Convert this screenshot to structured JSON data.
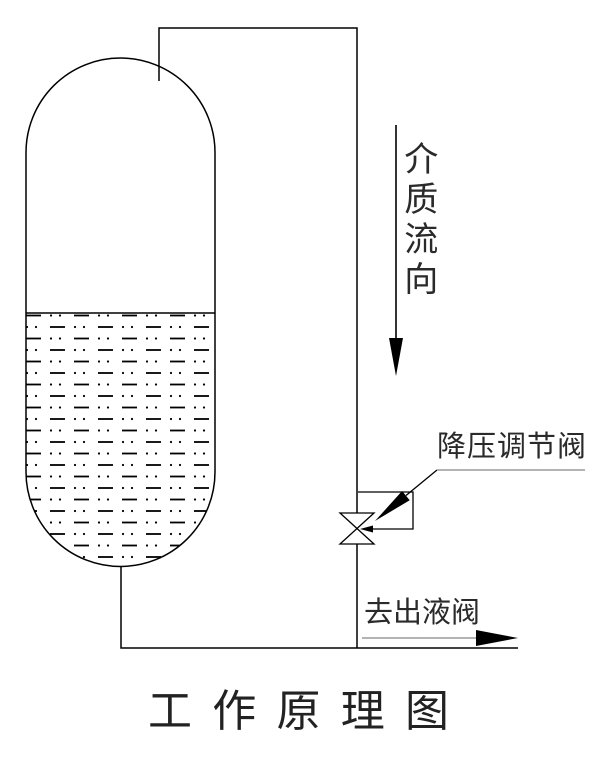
{
  "diagram": {
    "type": "engineering-schematic",
    "title": "工 作 原 理 图",
    "labels": {
      "flow_direction": "介质流向",
      "pressure_reducing_valve": "降压调节阀",
      "outlet_valve": "去出液阀"
    },
    "components": [
      "storage-vessel",
      "liquid-fill-hatch",
      "top-outlet-pipe",
      "bottom-outlet-pipe",
      "pressure-reducing-valve-symbol",
      "flow-direction-arrow",
      "leader-arrow",
      "outlet-flow-arrow"
    ],
    "colors": {
      "line": "#000000",
      "background": "#ffffff",
      "label_underline": "#9a9a9a",
      "text": "#2a2a2a"
    }
  }
}
